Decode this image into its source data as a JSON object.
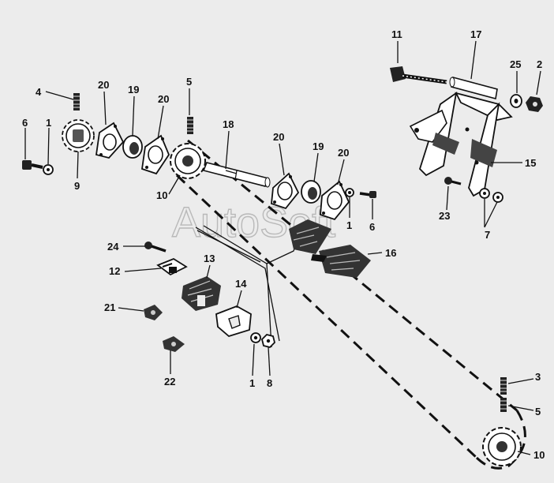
{
  "diagram": {
    "watermark": "AutoSoft",
    "callouts": {
      "c11": "11",
      "c17": "17",
      "c25": "25",
      "c2": "2",
      "c15": "15",
      "c23": "23",
      "c7": "7",
      "c4": "4",
      "c20a": "20",
      "c19a": "19",
      "c20b": "20",
      "c5a": "5",
      "c6a": "6",
      "c1a": "1",
      "c9": "9",
      "c10a": "10",
      "c18": "18",
      "c20c": "20",
      "c19b": "19",
      "c20d": "20",
      "c1b": "1",
      "c6b": "6",
      "c16": "16",
      "c24": "24",
      "c13": "13",
      "c12": "12",
      "c14": "14",
      "c21": "21",
      "c22": "22",
      "c1c": "1",
      "c8": "8",
      "c3": "3",
      "c5b": "5",
      "c10b": "10"
    }
  }
}
